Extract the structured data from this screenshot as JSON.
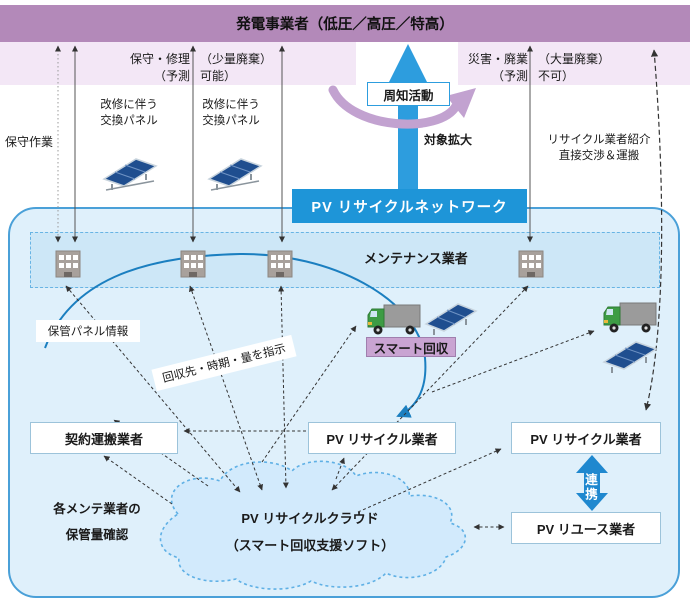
{
  "header": {
    "title": "発電事業者（低圧／高圧／特高）"
  },
  "band": {
    "maintenance_left1": "保守・修理",
    "maintenance_left2": "（予測",
    "maintenance_right1": "（少量廃棄）",
    "maintenance_right2": "可能）",
    "disaster_left1": "災害・廃業",
    "disaster_left2": "（予測",
    "disaster_right1": "（大量廃棄）",
    "disaster_right2": "不可）"
  },
  "labels": {
    "hoshu_sagyo": "保守作業",
    "kaishu_panel_a1": "改修に伴う",
    "kaishu_panel_a2": "交換パネル",
    "kaishu_panel_b1": "改修に伴う",
    "kaishu_panel_b2": "交換パネル",
    "shuchi_katsudo": "周知活動",
    "taisho_kakudai": "対象拡大",
    "network_bar": "PV リサイクルネットワーク",
    "recycler_intro1": "リサイクル業者紹介",
    "recycler_intro2": "直接交渉＆運搬",
    "maintenance_zone": "メンテナンス業者",
    "hokan_panel_info": "保管パネル情報",
    "kaishu_shiji": "回収先・時期・量を指示",
    "smart_kaishu": "スマート回収",
    "kakumente1": "各メンテ業者の",
    "kakumente2": "保管量確認",
    "renkei": "連携"
  },
  "boxes": {
    "keiyaku_unpan": "契約運搬業者",
    "pv_recycle_1": "PV リサイクル業者",
    "pv_recycle_2": "PV リサイクル業者",
    "pv_reuse": "PV リユース業者"
  },
  "cloud": {
    "line1": "PV リサイクルクラウド",
    "line2": "（スマート回収支援ソフト）"
  },
  "icons": {
    "building": "building-icon",
    "truck": "truck-icon",
    "solar_panel": "solar-panel-icon",
    "up_arrow_big": "big-up-arrow",
    "expand_arc": "purple-expand-arrow",
    "renkei_arrow": "blue-double-arrow",
    "cloud_shape": "cloud-shape"
  },
  "colors": {
    "header_purple": "#b389b9",
    "band_lavender": "#f3e7f6",
    "primary_blue": "#1e95d8",
    "purple_arc": "#c2a2d0",
    "container_fill": "#dff0fb",
    "container_border": "#4aa0d8",
    "zone_fill": "#cde7f7",
    "cloud_fill": "#d2eafc",
    "smart_bg": "#c9a4d2",
    "renkei_blue": "#1f88cf"
  }
}
